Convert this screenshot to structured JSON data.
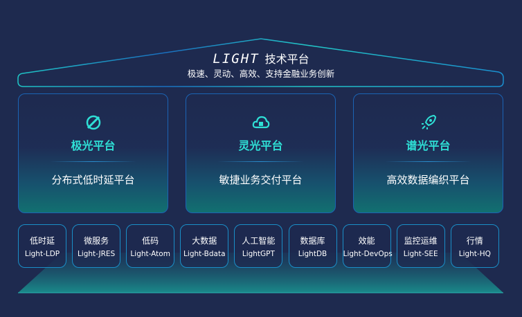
{
  "header": {
    "brand": "LIGHT",
    "title": "技术平台",
    "subtitle": "极速、灵动、高效、支持金融业务创新"
  },
  "platforms": [
    {
      "name": "极光平台",
      "desc": "分布式低时延平台",
      "icon": "aurora-icon"
    },
    {
      "name": "灵光平台",
      "desc": "敏捷业务交付平台",
      "icon": "cloud-icon"
    },
    {
      "name": "谱光平台",
      "desc": "高效数据编织平台",
      "icon": "rocket-icon"
    }
  ],
  "modules": [
    {
      "cn": "低时延",
      "en": "Light-LDP"
    },
    {
      "cn": "微服务",
      "en": "Light-JRES"
    },
    {
      "cn": "低码",
      "en": "Light-Atom"
    },
    {
      "cn": "大数据",
      "en": "Light-Bdata"
    },
    {
      "cn": "人工智能",
      "en": "LightGPT"
    },
    {
      "cn": "数据库",
      "en": "LightDB"
    },
    {
      "cn": "效能",
      "en": "Light-DevOps"
    },
    {
      "cn": "监控运维",
      "en": "Light-SEE"
    },
    {
      "cn": "行情",
      "en": "Light-HQ"
    }
  ],
  "colors": {
    "background": "#1e2a4f",
    "accent": "#2fe0d6",
    "border": "#1b64b5"
  }
}
